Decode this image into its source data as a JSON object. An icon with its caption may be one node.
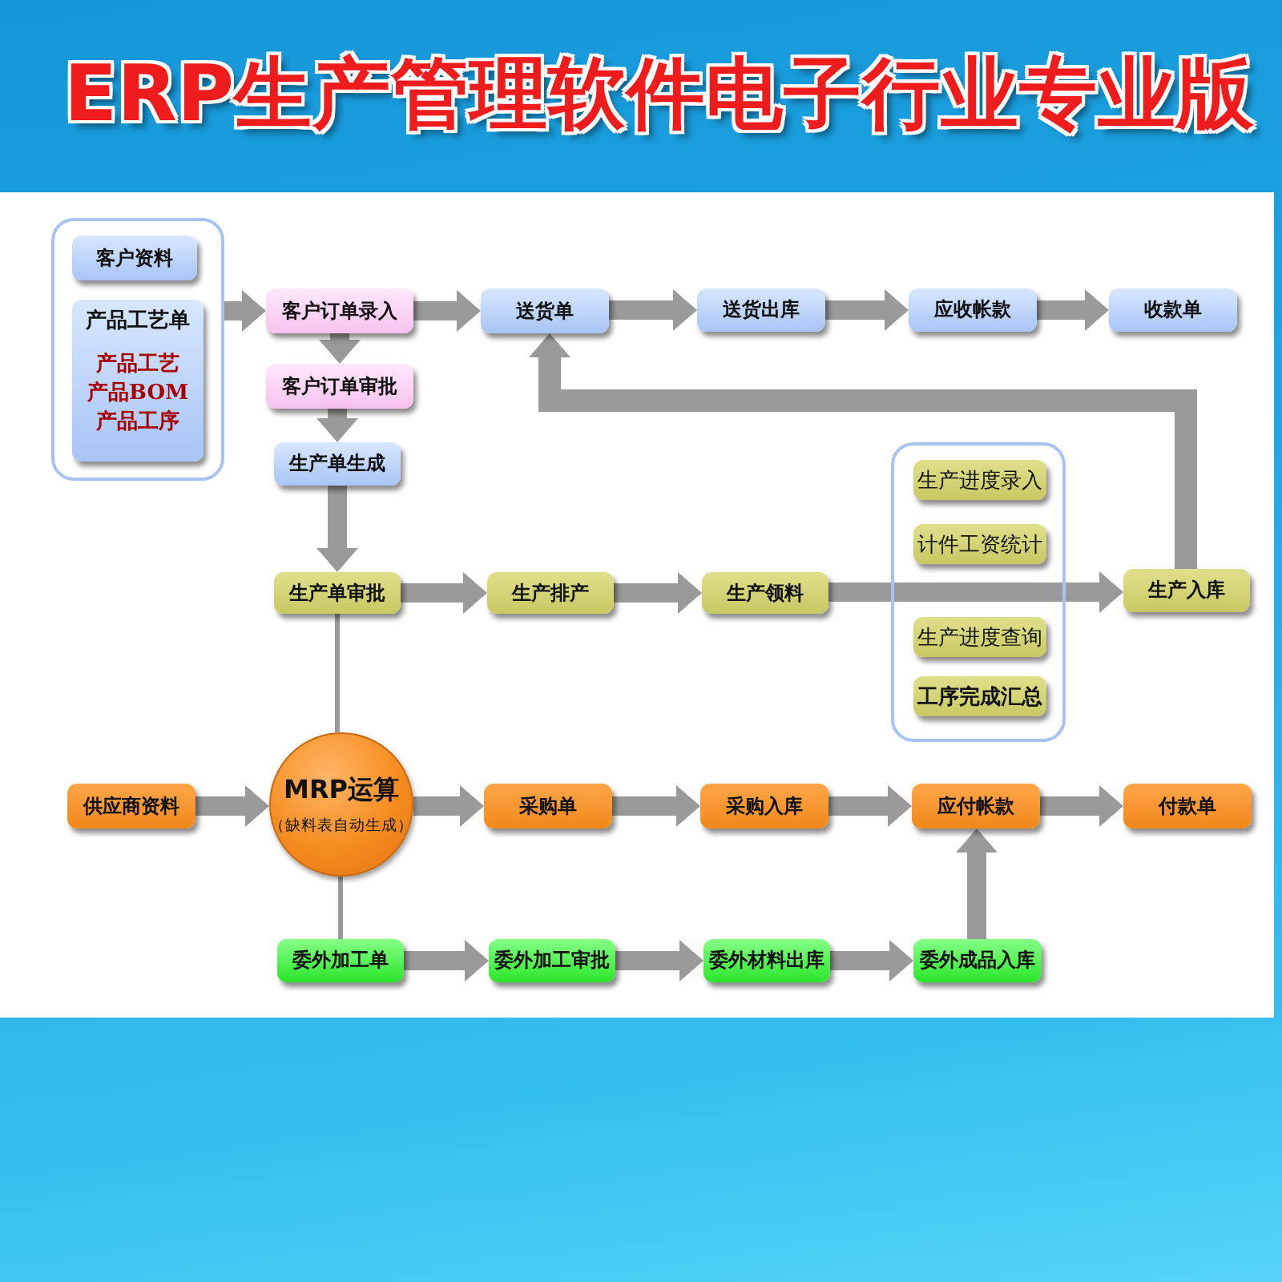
{
  "diagram": {
    "title": "ERP生产管理软件电子行业专业版",
    "nodes": [
      {
        "text": [],
        "shape": "box"
      },
      {
        "text": [
          "客户资料"
        ],
        "in": 0
      },
      {
        "text": [
          "产品工艺单",
          "产品工艺",
          "产品BOM",
          "产品工序"
        ],
        "in": 0
      },
      {
        "text": [
          "客户订单录入"
        ]
      },
      {
        "text": [
          "客户订单审批"
        ]
      },
      {
        "text": [
          "生产单生成"
        ]
      },
      {
        "text": [
          "送货单"
        ]
      },
      {
        "text": [
          "送货出库"
        ]
      },
      {
        "text": [
          "应收帐款"
        ]
      },
      {
        "text": [
          "收款单"
        ]
      },
      {
        "text": [
          "生产单审批"
        ]
      },
      {
        "text": [
          "生产排产"
        ]
      },
      {
        "text": [
          "生产领料"
        ]
      },
      {
        "text": [],
        "shape": "box"
      },
      {
        "text": [
          "生产进度录入"
        ],
        "in": 13
      },
      {
        "text": [
          "计件工资统计"
        ],
        "in": 13
      },
      {
        "text": [
          "生产进度查询"
        ],
        "in": 13
      },
      {
        "text": [
          "工序完成汇总"
        ],
        "in": 13
      },
      {
        "text": [
          "生产入库"
        ]
      },
      {
        "text": [
          "供应商资料"
        ]
      },
      {
        "text": [
          "MRP运算",
          "（缺料表自动生成）"
        ]
      },
      {
        "text": [
          "采购单"
        ]
      },
      {
        "text": [
          "采购入库"
        ]
      },
      {
        "text": [
          "应付帐款"
        ]
      },
      {
        "text": [
          "付款单"
        ]
      },
      {
        "text": [
          "委外加工单"
        ]
      },
      {
        "text": [
          "委外加工审批"
        ]
      },
      {
        "text": [
          "委外材料出库"
        ]
      },
      {
        "text": [
          "委外成品入库"
        ]
      }
    ],
    "edges": [
      {
        "from": 0,
        "to": 3,
        "arrow": "to"
      },
      {
        "from": 3,
        "to": 6,
        "arrow": "to"
      },
      {
        "from": 6,
        "to": 7,
        "arrow": "to"
      },
      {
        "from": 7,
        "to": 8,
        "arrow": "to"
      },
      {
        "from": 8,
        "to": 9,
        "arrow": "to"
      },
      {
        "from": 3,
        "to": 4,
        "arrow": "to"
      },
      {
        "from": 4,
        "to": 5,
        "arrow": "to"
      },
      {
        "from": 5,
        "to": 10,
        "arrow": "to"
      },
      {
        "from": 10,
        "to": 11,
        "arrow": "to"
      },
      {
        "from": 11,
        "to": 12,
        "arrow": "to"
      },
      {
        "from": 12,
        "to": 18,
        "arrow": "to"
      },
      {
        "from": 18,
        "to": 6,
        "arrow": "to"
      },
      {
        "from": 10,
        "to": 20,
        "arrow": "none"
      },
      {
        "from": 20,
        "to": 25,
        "arrow": "none"
      },
      {
        "from": 19,
        "to": 20,
        "arrow": "to"
      },
      {
        "from": 20,
        "to": 21,
        "arrow": "to"
      },
      {
        "from": 21,
        "to": 22,
        "arrow": "to"
      },
      {
        "from": 22,
        "to": 23,
        "arrow": "to"
      },
      {
        "from": 23,
        "to": 24,
        "arrow": "to"
      },
      {
        "from": 25,
        "to": 26,
        "arrow": "to"
      },
      {
        "from": 26,
        "to": 27,
        "arrow": "to"
      },
      {
        "from": 27,
        "to": 28,
        "arrow": "to"
      },
      {
        "from": 28,
        "to": 23,
        "arrow": "to"
      }
    ]
  }
}
